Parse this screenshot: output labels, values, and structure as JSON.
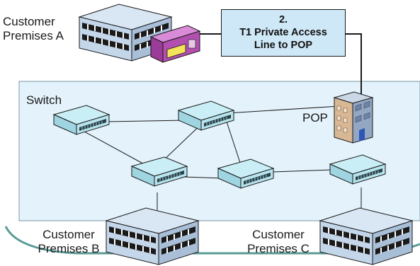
{
  "labels": {
    "premises_a_line1": "Customer",
    "premises_a_line2": "Premises A",
    "premises_b_line1": "Customer",
    "premises_b_line2": "Premises B",
    "premises_c_line1": "Customer",
    "premises_c_line2": "Premises C",
    "switch": "Switch",
    "pop": "POP",
    "callout_line1": "2.",
    "callout_line2": "T1 Private Access",
    "callout_line3": "Line to POP"
  },
  "colors": {
    "network_panel": "#e3f2fb",
    "panel_border": "#8fa6b5",
    "switch_body": "#aee0ea",
    "building_blue": "#b9cde3",
    "router": "#b34fb0",
    "callout_fill": "#cfe8f7",
    "wan_curve": "#5b9b96"
  }
}
